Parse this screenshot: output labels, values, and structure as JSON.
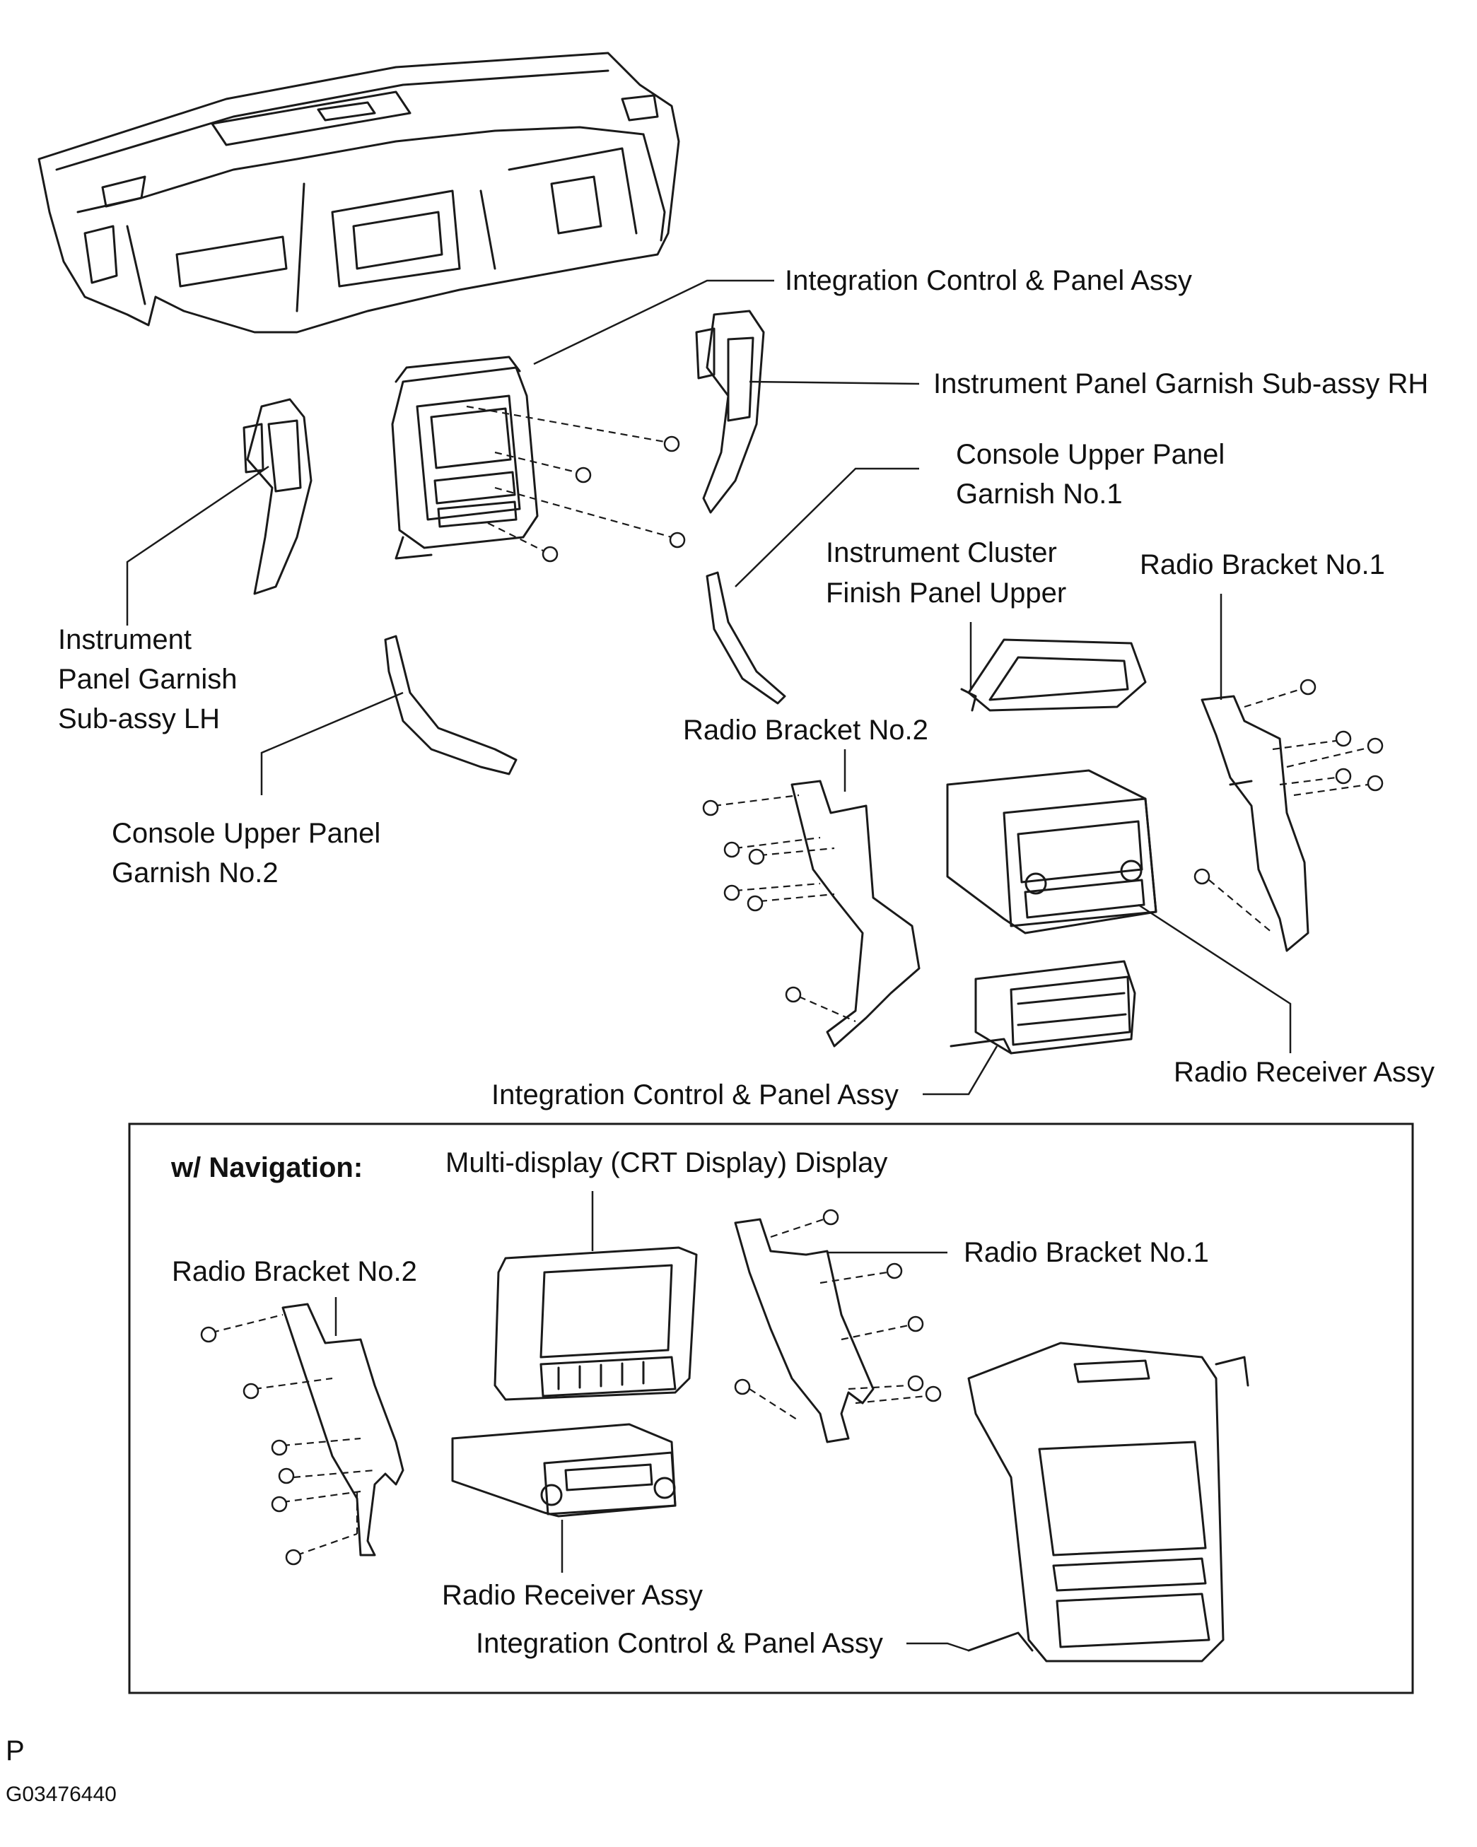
{
  "labels": {
    "integration_control_upper": "Integration Control & Panel Assy",
    "garnish_rh": "Instrument Panel Garnish Sub-assy RH",
    "console_no1_line1": "Console Upper Panel",
    "console_no1_line2": "Garnish No.1",
    "cluster_finish_line1": "Instrument Cluster",
    "cluster_finish_line2": "Finish Panel Upper",
    "radio_bracket_no1": "Radio Bracket No.1",
    "garnish_lh_line1": "Instrument",
    "garnish_lh_line2": "Panel Garnish",
    "garnish_lh_line3": "Sub-assy LH",
    "radio_bracket_no2": "Radio Bracket No.2",
    "console_no2_line1": "Console Upper Panel",
    "console_no2_line2": "Garnish No.2",
    "integration_control_lower": "Integration Control & Panel Assy",
    "radio_receiver": "Radio Receiver Assy"
  },
  "navigation_box": {
    "heading": "w/ Navigation:",
    "multi_display": "Multi-display (CRT Display) Display",
    "radio_bracket_no2": "Radio Bracket No.2",
    "radio_bracket_no1": "Radio Bracket No.1",
    "radio_receiver": "Radio Receiver Assy",
    "integration_control": "Integration Control & Panel Assy"
  },
  "footer": {
    "code_letter": "P",
    "figure_id": "G03476440"
  }
}
